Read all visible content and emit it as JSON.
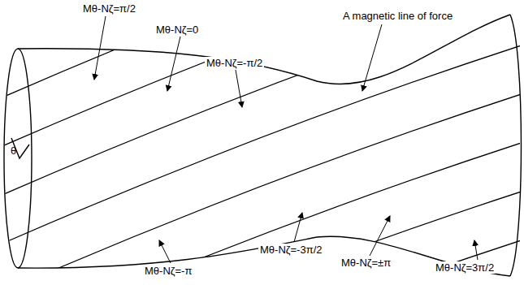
{
  "diagram": {
    "labels": [
      "Mθ-Nζ=π/2",
      "Mθ-Nζ=0",
      "A magnetic line of force",
      "Mθ-Nζ=-π/2",
      "θ",
      "Mθ-Nζ=-π",
      "Mθ-Nζ=-3π/2",
      "Mθ-Nζ=±π",
      "Mθ-Nζ=3π/2"
    ]
  }
}
